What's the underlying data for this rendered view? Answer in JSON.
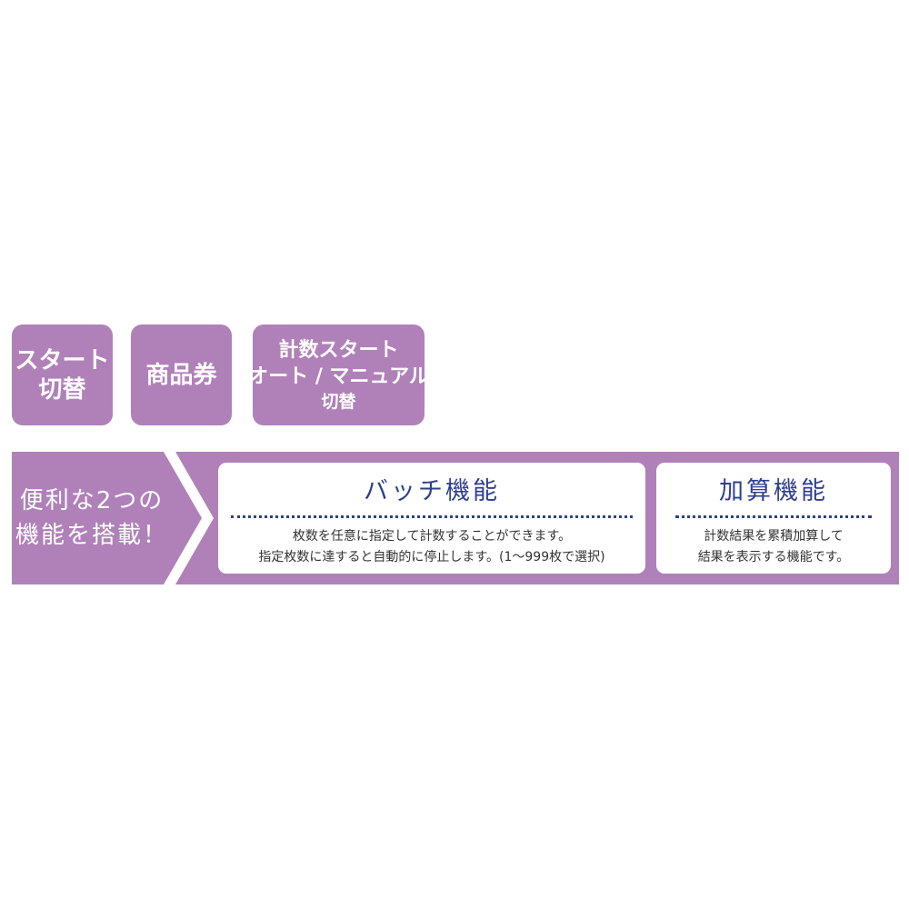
{
  "tags": [
    {
      "lines": [
        "スタート",
        "切替"
      ]
    },
    {
      "lines": [
        "商品券"
      ]
    },
    {
      "lines": [
        "計数スタート",
        "オート / マニュアル",
        "切替"
      ]
    }
  ],
  "banner": {
    "intro_lines": [
      "便利な2つの",
      "機能を搭載！"
    ],
    "colors": {
      "accent": "#b081b9",
      "title": "#2e3f8f",
      "background": "#ffffff"
    },
    "cards": [
      {
        "title": "バッチ機能",
        "lines": [
          "枚数を任意に指定して計数することができます。",
          "指定枚数に達すると自動的に停止します。(1〜999枚で選択)"
        ]
      },
      {
        "title": "加算機能",
        "lines": [
          "計数結果を累積加算して",
          "結果を表示する機能です。"
        ]
      }
    ]
  }
}
